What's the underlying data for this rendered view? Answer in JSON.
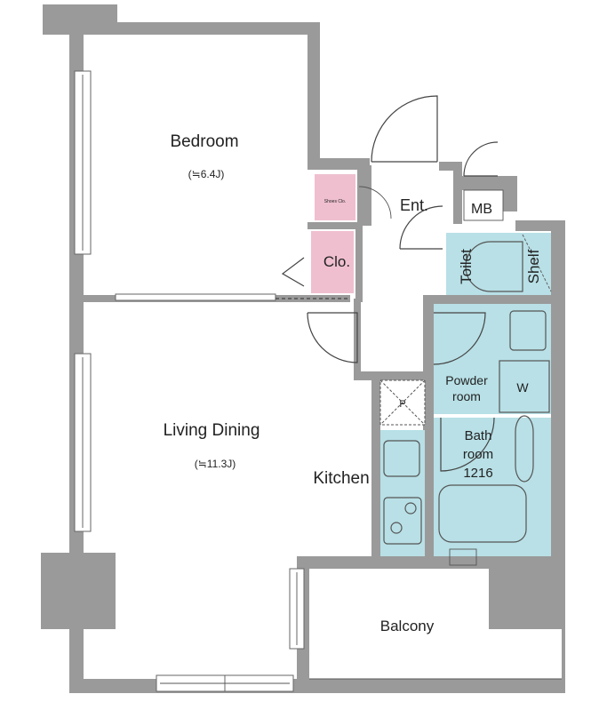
{
  "rooms": {
    "bedroom": {
      "label": "Bedroom",
      "size": "(≒6.4J)"
    },
    "living": {
      "label": "Living Dining",
      "size": "(≒11.3J)"
    },
    "kitchen": {
      "label": "Kitchen"
    },
    "entrance": {
      "label": "Ent."
    },
    "mb": {
      "label": "MB"
    },
    "shoes": {
      "label": "Shoes Clo."
    },
    "closet": {
      "label": "Clo."
    },
    "toilet": {
      "label": "Toilet"
    },
    "shelf": {
      "label": "Shelf"
    },
    "powder": {
      "line1": "Powder",
      "line2": "room"
    },
    "washer": {
      "label": "W"
    },
    "bath": {
      "line1": "Bath",
      "line2": "room",
      "line3": "1216"
    },
    "pipe": {
      "label": "P"
    },
    "balcony": {
      "label": "Balcony"
    }
  },
  "colors": {
    "wall": "#9a9a9a",
    "wet_area": "#b8e0e6",
    "closet": "#efbfd0"
  }
}
